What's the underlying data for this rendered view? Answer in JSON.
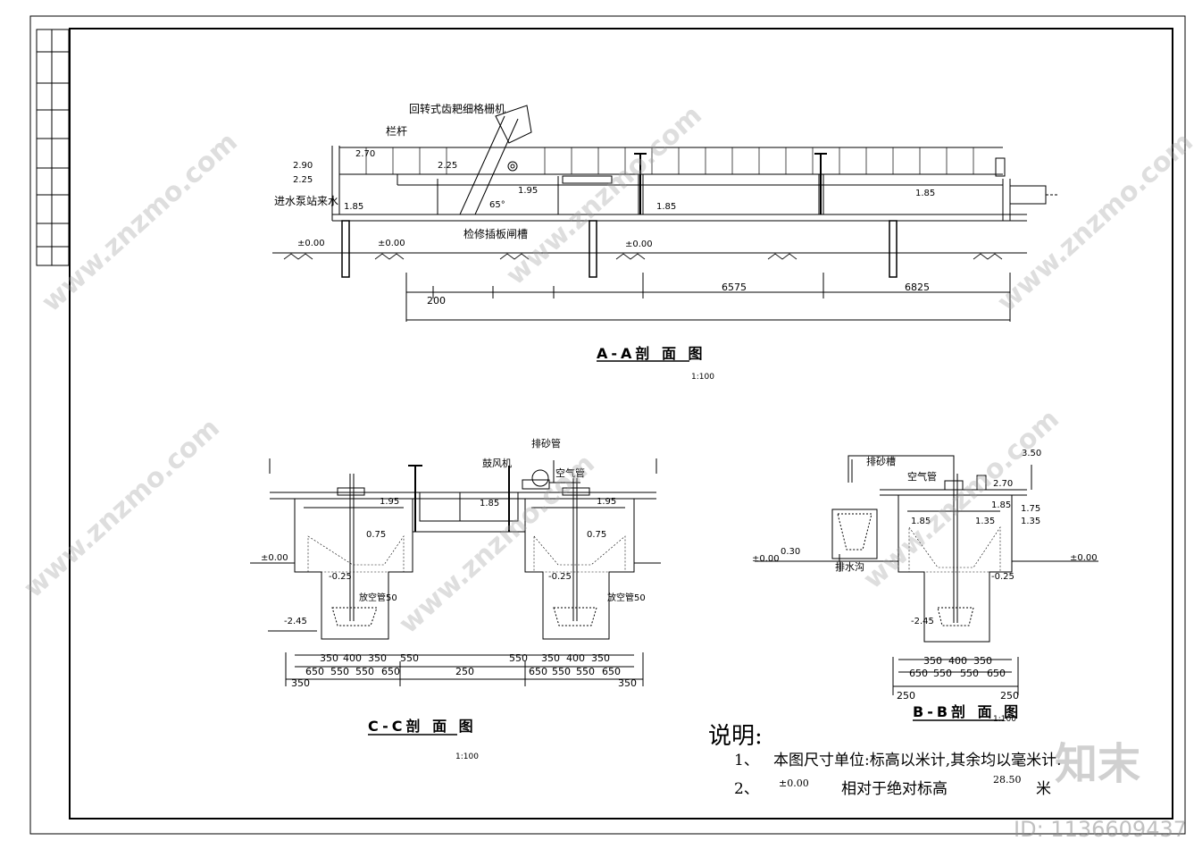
{
  "drawing": {
    "section_aa": {
      "title": "A-A剖 面 图",
      "scale": "1:100",
      "labels": {
        "grid_machine": "回转式齿耙细格栅机",
        "railing": "栏杆",
        "inlet": "进水泵站来水",
        "gate_slot": "检修插板闸槽",
        "angle": "65°"
      },
      "elevations": [
        "2.90",
        "2.25",
        "2.70",
        "2.25",
        "1.95",
        "1.85",
        "1.85",
        "1.85",
        "±0.00",
        "±0.00",
        "±0.00"
      ],
      "dimensions": [
        "200",
        "6575",
        "6825"
      ]
    },
    "section_cc": {
      "title": "C-C剖 面 图",
      "scale": "1:100",
      "labels": {
        "sand_pipe": "排砂管",
        "blower": "鼓风机",
        "air_pipe": "空气管",
        "drain_left": "放空管50",
        "drain_right": "放空管50"
      },
      "elevations": [
        "1.95",
        "1.85",
        "1.95",
        "0.75",
        "0.75",
        "-0.25",
        "-0.25",
        "-2.45",
        "±0.00"
      ],
      "dims_top": [
        "350",
        "400",
        "350",
        "550",
        "550",
        "350",
        "400",
        "350"
      ],
      "dims_mid": [
        "650",
        "550",
        "550",
        "650",
        "250",
        "650",
        "550",
        "550",
        "650"
      ],
      "dims_bottom": [
        "350",
        "350"
      ]
    },
    "section_bb": {
      "title": "B-B剖 面 图",
      "scale": "1:100",
      "labels": {
        "sand_trough": "排砂槽",
        "air_pipe": "空气管",
        "drain_ditch": "排水沟"
      },
      "elevations": [
        "3.50",
        "2.70",
        "1.85",
        "1.35",
        "1.85",
        "1.75",
        "1.35",
        "-0.25",
        "-2.45",
        "0.30",
        "±0.00",
        "±0.00"
      ],
      "dims_top": [
        "350",
        "400",
        "350"
      ],
      "dims_mid": [
        "650",
        "550",
        "550",
        "650"
      ],
      "dims_bottom": [
        "250",
        "250"
      ]
    },
    "notes": {
      "title": "说明:",
      "line1_num": "1、",
      "line1": "本图尺寸单位:标高以米计,其余均以毫米计.",
      "line2_num": "2、",
      "line2_zero": "±0.00",
      "line2_text": "相对于绝对标高",
      "line2_value": "28.50",
      "line2_unit": "米"
    }
  },
  "watermark": {
    "site": "www.znzmo.com",
    "brand": "知末",
    "id": "ID: 1136609437"
  }
}
